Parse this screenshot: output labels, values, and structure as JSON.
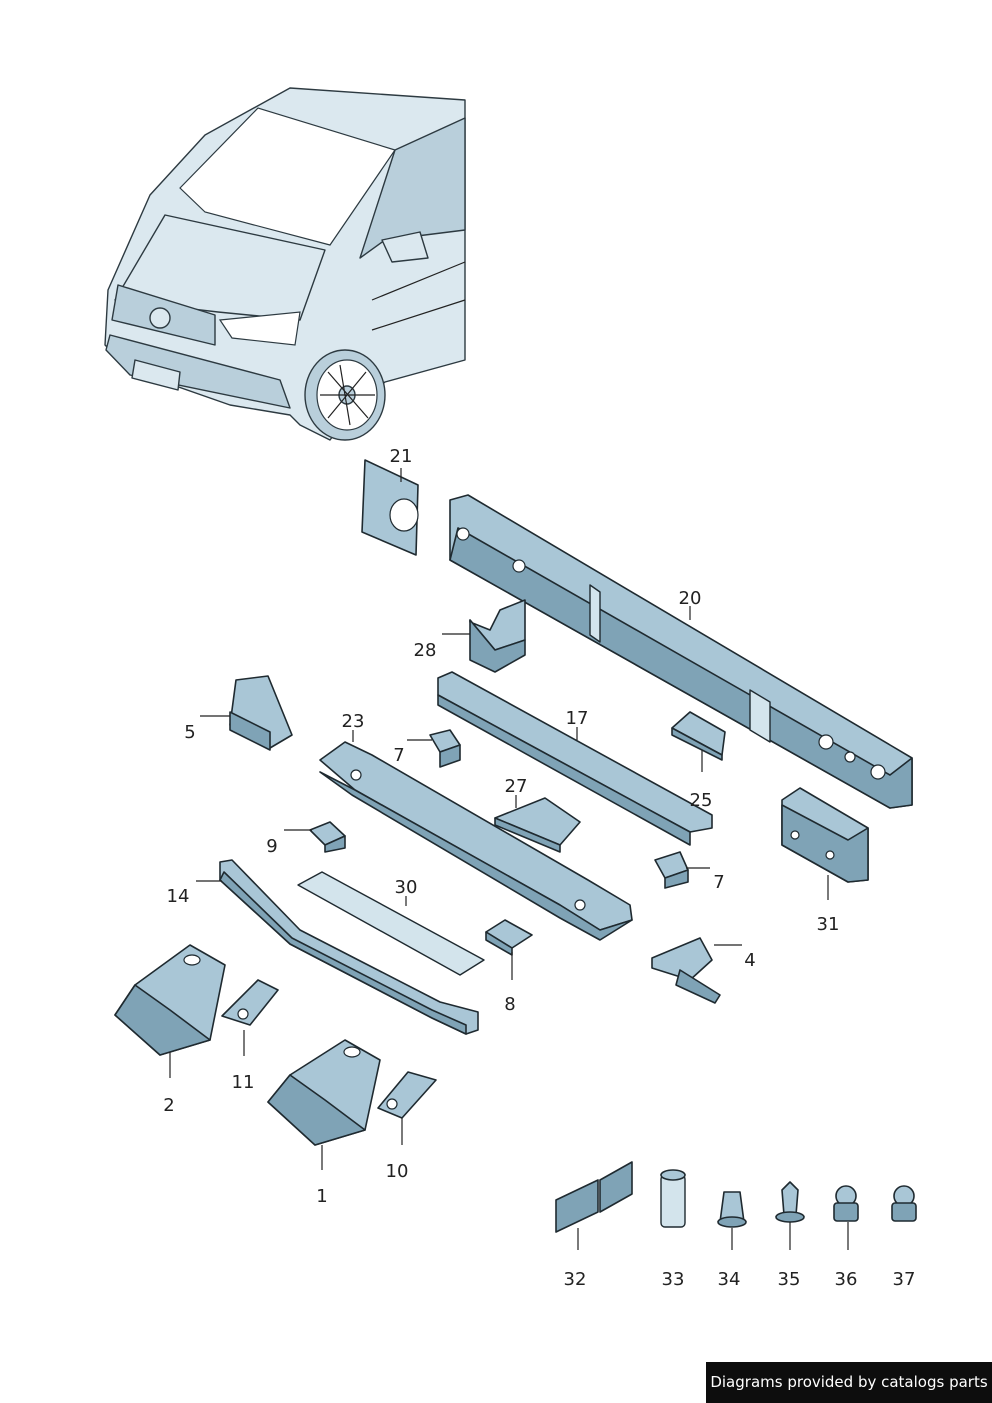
{
  "callouts": [
    {
      "id": "c21",
      "text": "21"
    },
    {
      "id": "c20",
      "text": "20"
    },
    {
      "id": "c28",
      "text": "28"
    },
    {
      "id": "c5",
      "text": "5"
    },
    {
      "id": "c23",
      "text": "23"
    },
    {
      "id": "c17",
      "text": "17"
    },
    {
      "id": "c7a",
      "text": "7"
    },
    {
      "id": "c25",
      "text": "25"
    },
    {
      "id": "c27",
      "text": "27"
    },
    {
      "id": "c9",
      "text": "9"
    },
    {
      "id": "c31",
      "text": "31"
    },
    {
      "id": "c7b",
      "text": "7"
    },
    {
      "id": "c14",
      "text": "14"
    },
    {
      "id": "c30",
      "text": "30"
    },
    {
      "id": "c4",
      "text": "4"
    },
    {
      "id": "c8",
      "text": "8"
    },
    {
      "id": "c2",
      "text": "2"
    },
    {
      "id": "c11",
      "text": "11"
    },
    {
      "id": "c1",
      "text": "1"
    },
    {
      "id": "c10",
      "text": "10"
    },
    {
      "id": "c32",
      "text": "32"
    },
    {
      "id": "c33",
      "text": "33"
    },
    {
      "id": "c34",
      "text": "34"
    },
    {
      "id": "c35",
      "text": "35"
    },
    {
      "id": "c36",
      "text": "36"
    },
    {
      "id": "c37",
      "text": "37"
    }
  ],
  "footer": {
    "text": "Diagrams provided by catalogs parts"
  },
  "colors": {
    "part_fill": "#a9c6d6",
    "part_dark": "#7fa3b6",
    "outline": "#1f2a30",
    "footer_bg": "#0d0d0d"
  }
}
